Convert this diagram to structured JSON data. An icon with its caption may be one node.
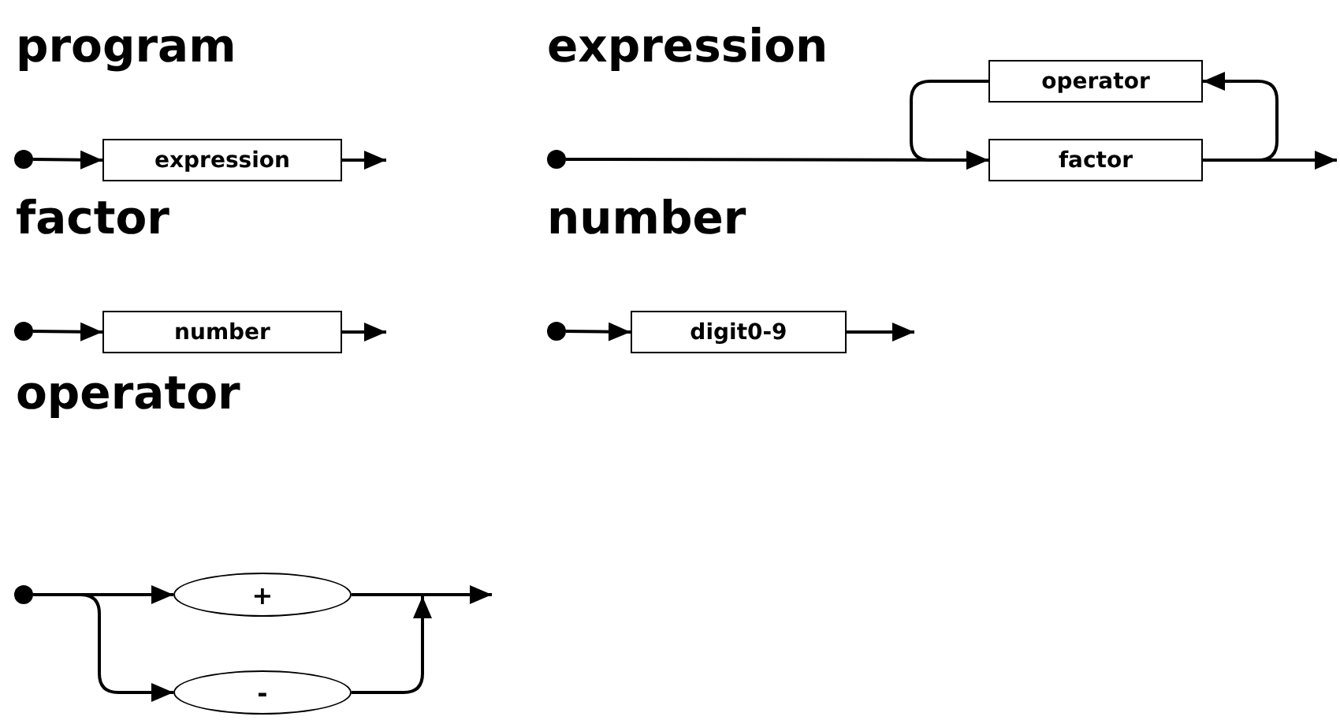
{
  "diagram": {
    "nodes": [
      {
        "text": [],
        "shape": "circle"
      },
      {
        "text": [
          "expression"
        ]
      },
      {
        "text": [],
        "shape": "circle"
      },
      {
        "text": [
          "operator"
        ]
      },
      {
        "text": [
          "factor"
        ]
      },
      {
        "text": [],
        "shape": "circle"
      },
      {
        "text": [
          "number"
        ]
      },
      {
        "text": [],
        "shape": "circle"
      },
      {
        "text": [
          "digit0-9"
        ]
      },
      {
        "text": [],
        "shape": "circle"
      },
      {
        "text": [
          "+"
        ]
      },
      {
        "text": [
          "-"
        ]
      }
    ],
    "edges": [
      {
        "from": 0,
        "to": 1,
        "arrow": "to"
      },
      {
        "from": 1,
        "to": null,
        "arrow": "to"
      },
      {
        "from": 2,
        "to": 4,
        "arrow": "to"
      },
      {
        "from": 4,
        "to": 3,
        "arrow": "to"
      },
      {
        "from": 3,
        "to": 4,
        "arrow": "to"
      },
      {
        "from": 4,
        "to": null,
        "arrow": "to"
      },
      {
        "from": 5,
        "to": 6,
        "arrow": "to"
      },
      {
        "from": 6,
        "to": null,
        "arrow": "to"
      },
      {
        "from": 7,
        "to": 8,
        "arrow": "to"
      },
      {
        "from": 8,
        "to": null,
        "arrow": "to"
      },
      {
        "from": 9,
        "to": 10,
        "arrow": "to"
      },
      {
        "from": 9,
        "to": 11,
        "arrow": "to"
      },
      {
        "from": 10,
        "to": null,
        "arrow": "to"
      },
      {
        "from": 11,
        "to": null,
        "arrow": "to"
      }
    ],
    "labels": [
      "program",
      "expression",
      "factor",
      "number",
      "operator"
    ]
  }
}
